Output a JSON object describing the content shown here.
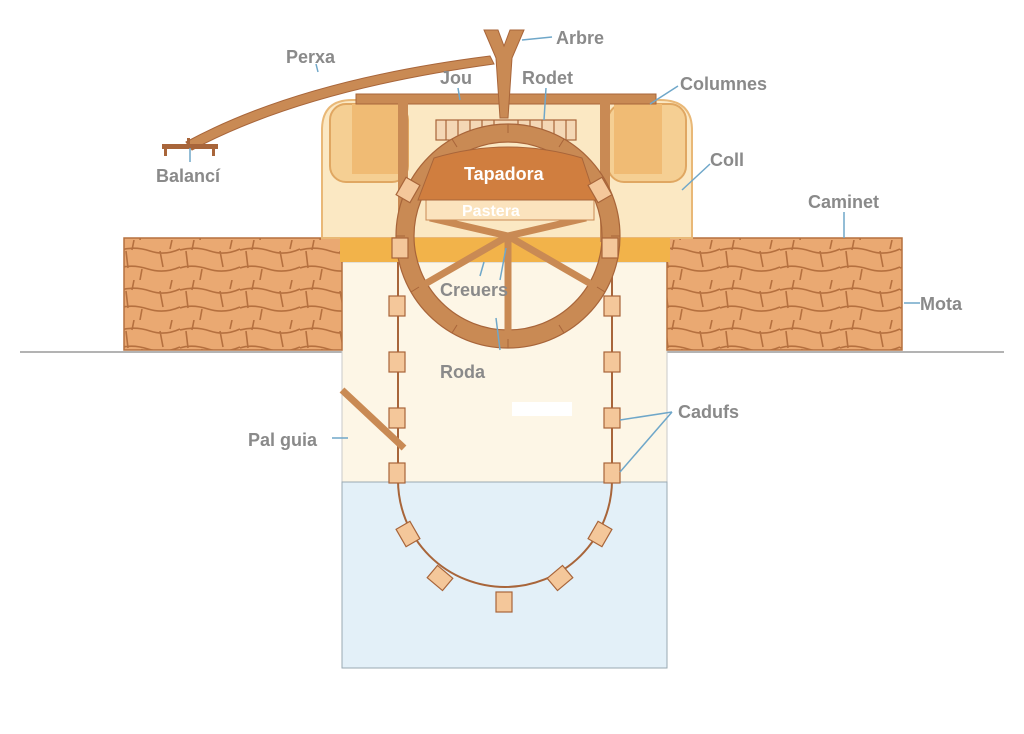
{
  "labels": {
    "arbre": "Arbre",
    "perxa": "Perxa",
    "jou": "Jou",
    "rodet": "Rodet",
    "columnes": "Columnes",
    "coll": "Coll",
    "balanci": "Balancí",
    "tapadora": "Tapadora",
    "pastera": "Pastera",
    "caminet": "Caminet",
    "creuers": "Creuers",
    "mota": "Mota",
    "roda": "Roda",
    "cadufs": "Cadufs",
    "pal_guia": "Pal guia"
  },
  "colors": {
    "wood": "#c98a54",
    "wood_dark": "#a8653a",
    "stone_bg": "#e8a86e",
    "stone_line": "#b5703f",
    "coll": "#fbe8c3",
    "coll_edge": "#e9b877",
    "well": "#fdf6e6",
    "water": "#e3f0f8",
    "band": "#f2b34a",
    "label": "#8a8a8a",
    "leader": "#6fa7c9"
  }
}
